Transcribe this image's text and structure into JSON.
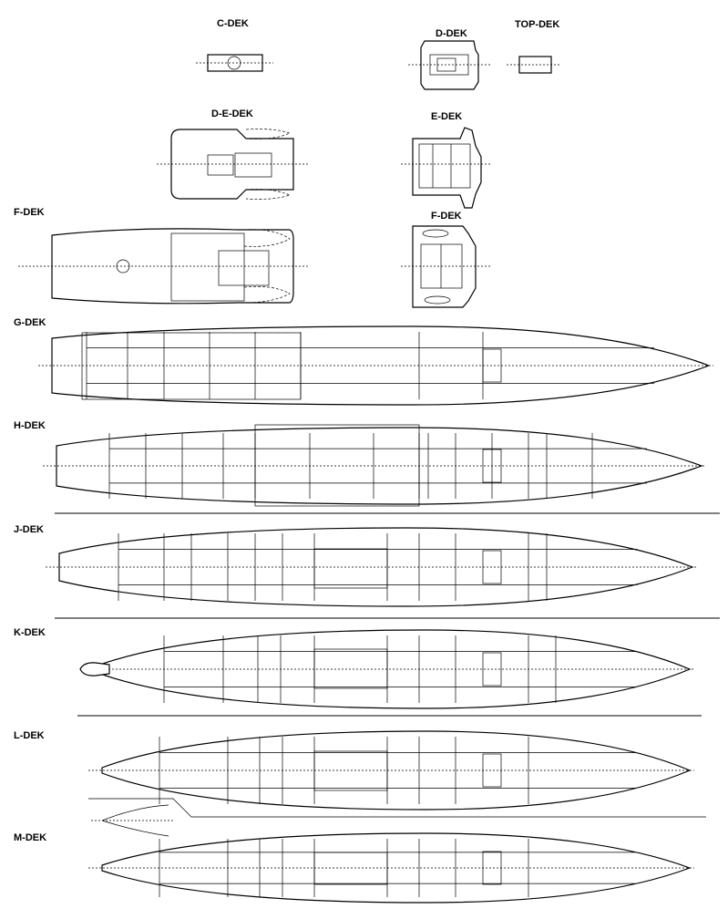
{
  "decks": {
    "c": "C-DEK",
    "d": "D-DEK",
    "top": "TOP-DEK",
    "de": "D-E-DEK",
    "e": "E-DEK",
    "f_main": "F-DEK",
    "f_fwd": "F-DEK",
    "g": "G-DEK",
    "h": "H-DEK",
    "j": "J-DEK",
    "k": "K-DEK",
    "l": "L-DEK",
    "m": "M-DEK"
  }
}
